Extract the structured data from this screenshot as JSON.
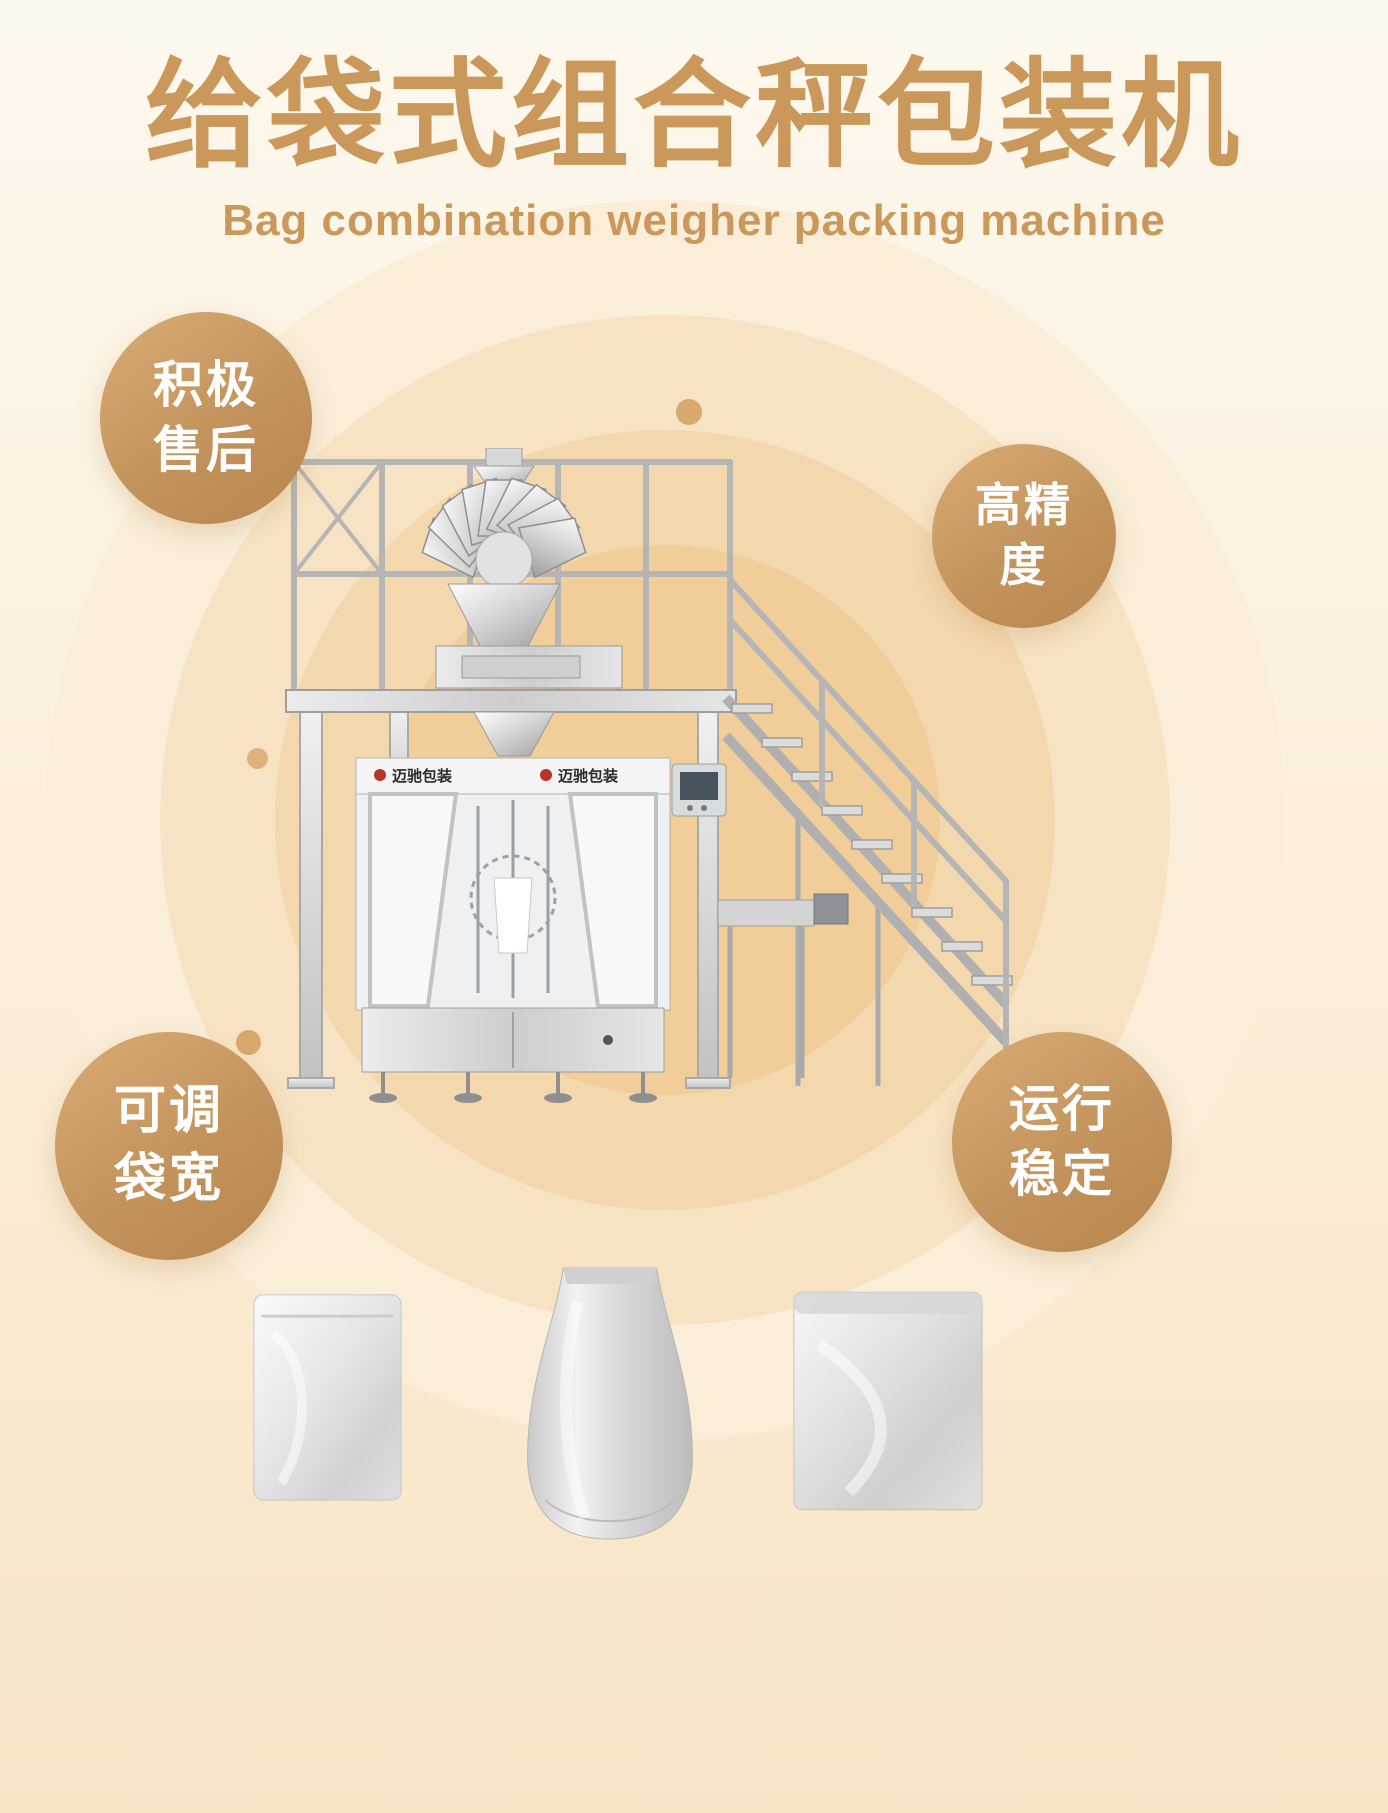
{
  "header": {
    "title": "给袋式组合秤包装机",
    "subtitle": "Bag combination weigher packing machine"
  },
  "badges": {
    "after_sales": {
      "line1": "积极",
      "line2": "售后"
    },
    "precision": {
      "line1": "高精",
      "line2": "度"
    },
    "bag_width": {
      "line1": "可调",
      "line2": "袋宽"
    },
    "stability": {
      "line1": "运行",
      "line2": "稳定"
    }
  },
  "machine": {
    "brand": "迈驰包装"
  },
  "colors": {
    "accent_text": "#c9985a",
    "badge_gradient_start": "#d9ac74",
    "badge_gradient_end": "#b8864e",
    "background_top": "#fdf8ee",
    "background_bottom": "#f8e4c5"
  }
}
